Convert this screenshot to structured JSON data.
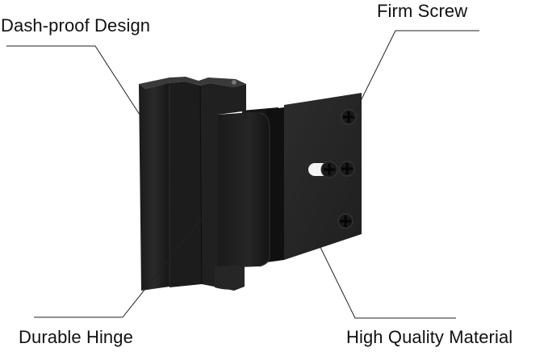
{
  "product": {
    "name": "door-reinforcement-lock",
    "color": "#1e1e1e"
  },
  "callouts": [
    {
      "id": "dash-proof",
      "label": "Dash-proof Design"
    },
    {
      "id": "firm-screw",
      "label": "Firm Screw"
    },
    {
      "id": "durable-hinge",
      "label": "Durable Hinge"
    },
    {
      "id": "high-quality-material",
      "label": "High Quality Material"
    }
  ]
}
